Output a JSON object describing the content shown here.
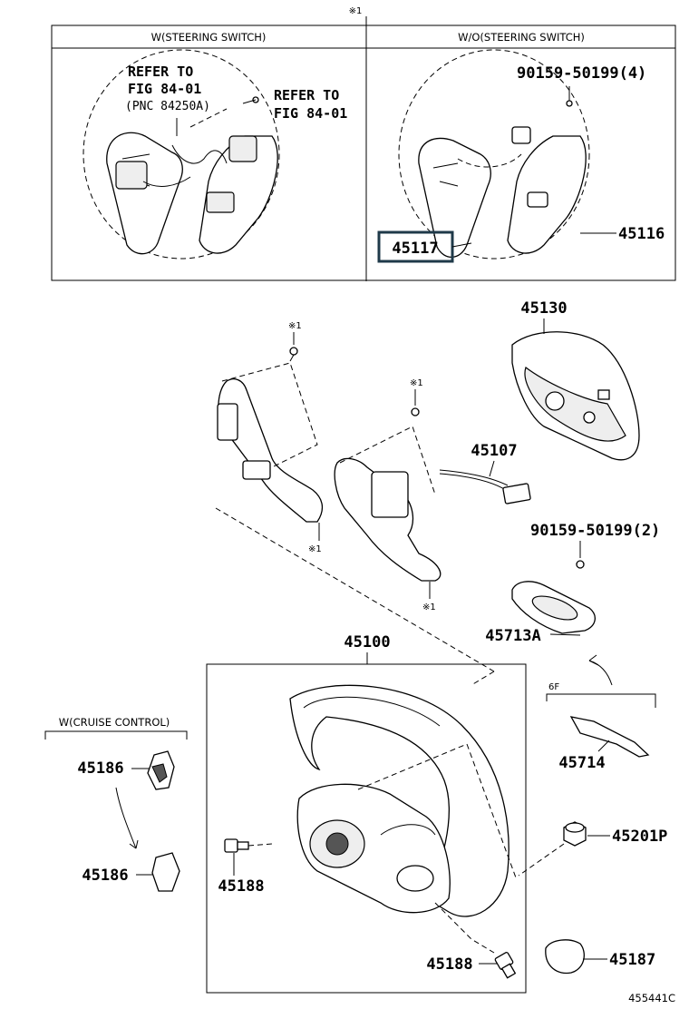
{
  "top_mark": "※1",
  "header": {
    "left_title": "W(STEERING SWITCH)",
    "right_title": "W/O(STEERING SWITCH)"
  },
  "left_panel": {
    "refer1_line1": "REFER TO",
    "refer1_line2": "FIG 84-01",
    "refer1_line3": "(PNC 84250A)",
    "refer2_line1": "REFER TO",
    "refer2_line2": "FIG 84-01"
  },
  "right_panel": {
    "bolt_label": "90159-50199(4)",
    "highlighted_part": "45117",
    "cover_part": "45116"
  },
  "marks": {
    "m1": "※1",
    "m2": "※1",
    "m3": "※1",
    "m4": "※1"
  },
  "parts": {
    "p45130": "45130",
    "p45107": "45107",
    "p_bolt2": "90159-50199(2)",
    "p45713a": "45713A",
    "p45100": "45100",
    "p6f": "6F",
    "p45714": "45714",
    "p45201p": "45201P",
    "p45188a": "45188",
    "p45188b": "45188",
    "p45187": "45187",
    "p45186a": "45186",
    "p45186b": "45186"
  },
  "cruise_label": "W(CRUISE CONTROL)",
  "figure_code": "455441C"
}
